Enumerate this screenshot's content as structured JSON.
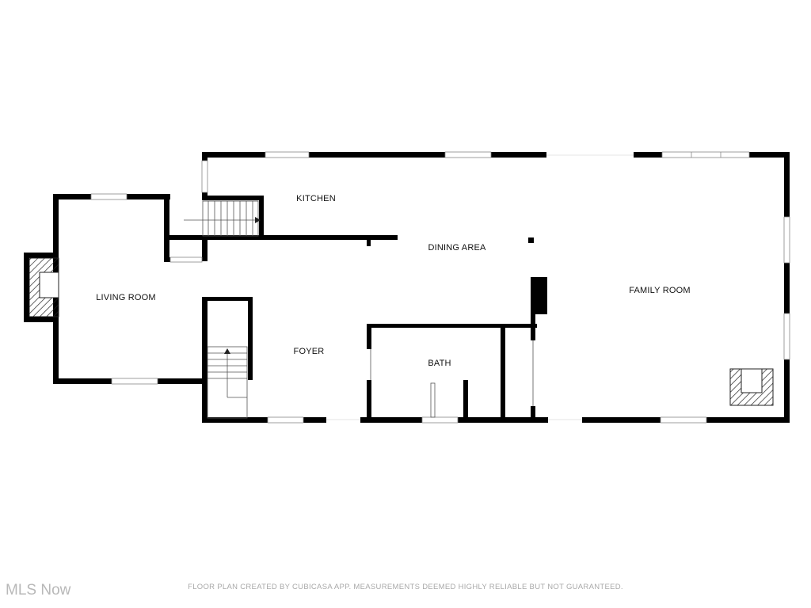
{
  "rooms": {
    "kitchen": "KITCHEN",
    "dining_area": "DINING AREA",
    "living_room": "LIVING ROOM",
    "family_room": "FAMILY ROOM",
    "foyer": "FOYER",
    "bath": "BATH"
  },
  "footer_text": "FLOOR PLAN CREATED BY CUBICASA APP. MEASUREMENTS DEEMED HIGHLY RELIABLE BUT NOT GUARANTEED.",
  "watermark": "MLS Now",
  "icons": [
    "fireplace-icon",
    "stairs-icon"
  ]
}
